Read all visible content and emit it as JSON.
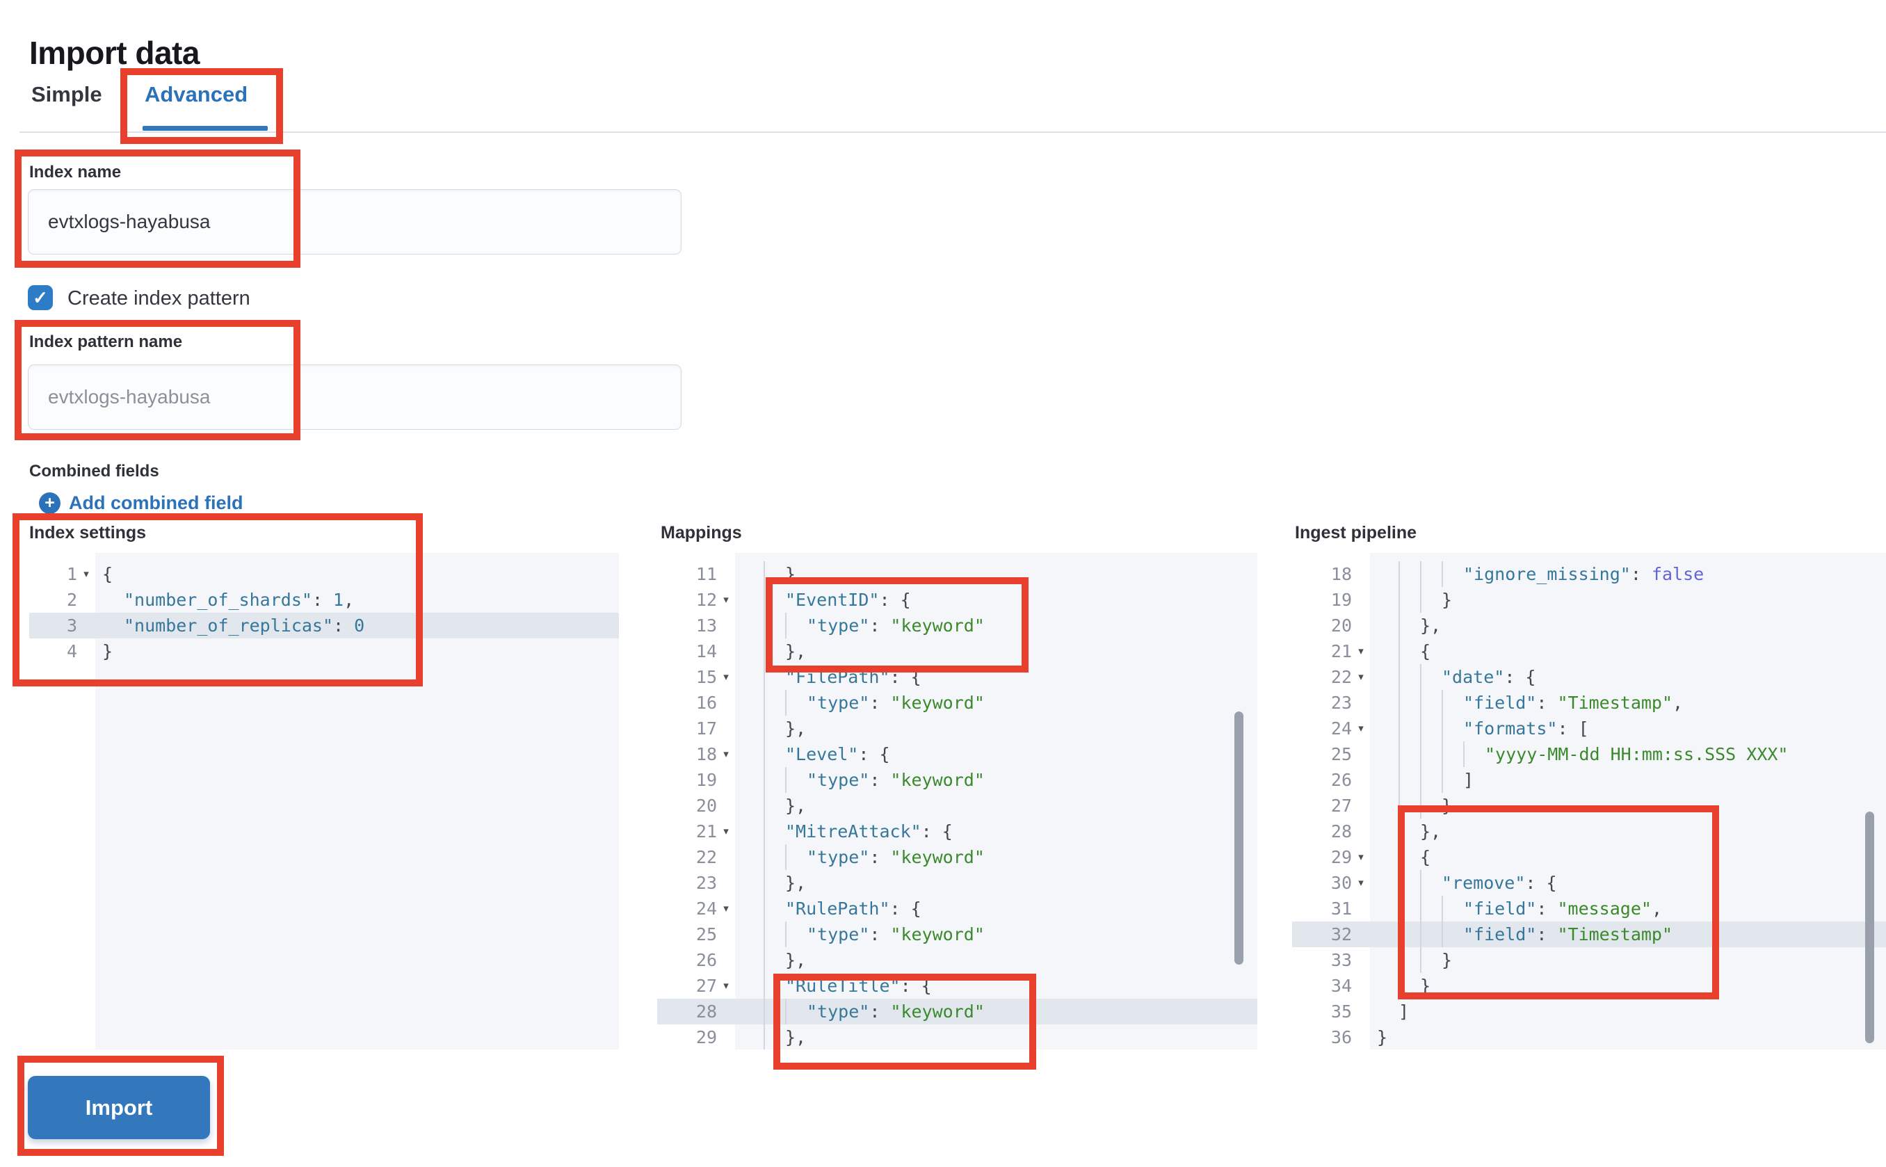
{
  "page": {
    "title": "Import data"
  },
  "tabs": [
    {
      "label": "Simple",
      "active": false
    },
    {
      "label": "Advanced",
      "active": true
    }
  ],
  "form": {
    "index_name": {
      "label": "Index name",
      "value": "evtxlogs-hayabusa"
    },
    "create_index_pattern": {
      "label": "Create index pattern",
      "checked": true
    },
    "index_pattern_name": {
      "label": "Index pattern name",
      "value": "",
      "placeholder": "evtxlogs-hayabusa"
    },
    "combined_fields": {
      "label": "Combined fields",
      "add_link": "Add combined field"
    }
  },
  "icons": {
    "plus": "+",
    "check": "✓",
    "fold": "▾"
  },
  "colors": {
    "accent_blue": "#2b72ba",
    "button_blue": "#3377bd",
    "checkbox_blue": "#2f7cc6",
    "annotation_red": "#e8402c",
    "key_teal": "#36779a",
    "string_green": "#3a8a2d",
    "constant_purple": "#6064d8",
    "highlight_row": "#e2e6ed"
  },
  "import_button": {
    "label": "Import"
  },
  "editors": [
    {
      "id": "index-settings",
      "label": "Index settings",
      "lines": [
        {
          "n": 1,
          "fold": true,
          "ind": 0,
          "tok": [
            [
              "p",
              "{"
            ]
          ]
        },
        {
          "n": 2,
          "ind": 1,
          "tok": [
            [
              "k",
              "\"number_of_shards\""
            ],
            [
              "p",
              ": "
            ],
            [
              "n",
              "1"
            ],
            [
              "p",
              ","
            ]
          ]
        },
        {
          "n": 3,
          "hl": true,
          "ind": 1,
          "tok": [
            [
              "k",
              "\"number_of_replicas\""
            ],
            [
              "p",
              ": "
            ],
            [
              "n",
              "0"
            ]
          ]
        },
        {
          "n": 4,
          "ind": 0,
          "tok": [
            [
              "p",
              "}"
            ]
          ]
        }
      ]
    },
    {
      "id": "mappings",
      "label": "Mappings",
      "lines": [
        {
          "n": 11,
          "ind": 2,
          "tok": [
            [
              "p",
              "},"
            ]
          ]
        },
        {
          "n": 12,
          "fold": true,
          "ind": 2,
          "tok": [
            [
              "k",
              "\"EventID\""
            ],
            [
              "p",
              ": {"
            ]
          ]
        },
        {
          "n": 13,
          "ind": 3,
          "tok": [
            [
              "k",
              "\"type\""
            ],
            [
              "p",
              ": "
            ],
            [
              "s",
              "\"keyword\""
            ]
          ]
        },
        {
          "n": 14,
          "ind": 2,
          "tok": [
            [
              "p",
              "},"
            ]
          ]
        },
        {
          "n": 15,
          "fold": true,
          "ind": 2,
          "tok": [
            [
              "k",
              "\"FilePath\""
            ],
            [
              "p",
              ": {"
            ]
          ]
        },
        {
          "n": 16,
          "ind": 3,
          "tok": [
            [
              "k",
              "\"type\""
            ],
            [
              "p",
              ": "
            ],
            [
              "s",
              "\"keyword\""
            ]
          ]
        },
        {
          "n": 17,
          "ind": 2,
          "tok": [
            [
              "p",
              "},"
            ]
          ]
        },
        {
          "n": 18,
          "fold": true,
          "ind": 2,
          "tok": [
            [
              "k",
              "\"Level\""
            ],
            [
              "p",
              ": {"
            ]
          ]
        },
        {
          "n": 19,
          "ind": 3,
          "tok": [
            [
              "k",
              "\"type\""
            ],
            [
              "p",
              ": "
            ],
            [
              "s",
              "\"keyword\""
            ]
          ]
        },
        {
          "n": 20,
          "ind": 2,
          "tok": [
            [
              "p",
              "},"
            ]
          ]
        },
        {
          "n": 21,
          "fold": true,
          "ind": 2,
          "tok": [
            [
              "k",
              "\"MitreAttack\""
            ],
            [
              "p",
              ": {"
            ]
          ]
        },
        {
          "n": 22,
          "ind": 3,
          "tok": [
            [
              "k",
              "\"type\""
            ],
            [
              "p",
              ": "
            ],
            [
              "s",
              "\"keyword\""
            ]
          ]
        },
        {
          "n": 23,
          "ind": 2,
          "tok": [
            [
              "p",
              "},"
            ]
          ]
        },
        {
          "n": 24,
          "fold": true,
          "ind": 2,
          "tok": [
            [
              "k",
              "\"RulePath\""
            ],
            [
              "p",
              ": {"
            ]
          ]
        },
        {
          "n": 25,
          "ind": 3,
          "tok": [
            [
              "k",
              "\"type\""
            ],
            [
              "p",
              ": "
            ],
            [
              "s",
              "\"keyword\""
            ]
          ]
        },
        {
          "n": 26,
          "ind": 2,
          "tok": [
            [
              "p",
              "},"
            ]
          ]
        },
        {
          "n": 27,
          "fold": true,
          "ind": 2,
          "tok": [
            [
              "k",
              "\"RuleTitle\""
            ],
            [
              "p",
              ": {"
            ]
          ]
        },
        {
          "n": 28,
          "hl": true,
          "ind": 3,
          "tok": [
            [
              "k",
              "\"type\""
            ],
            [
              "p",
              ": "
            ],
            [
              "s",
              "\"keyword\""
            ]
          ]
        },
        {
          "n": 29,
          "ind": 2,
          "tok": [
            [
              "p",
              "},"
            ]
          ]
        }
      ]
    },
    {
      "id": "ingest-pipeline",
      "label": "Ingest pipeline",
      "lines": [
        {
          "n": 18,
          "ind": 4,
          "tok": [
            [
              "k",
              "\"ignore_missing\""
            ],
            [
              "p",
              ": "
            ],
            [
              "c",
              "false"
            ]
          ]
        },
        {
          "n": 19,
          "ind": 3,
          "tok": [
            [
              "p",
              "}"
            ]
          ]
        },
        {
          "n": 20,
          "ind": 2,
          "tok": [
            [
              "p",
              "},"
            ]
          ]
        },
        {
          "n": 21,
          "fold": true,
          "ind": 2,
          "tok": [
            [
              "p",
              "{"
            ]
          ]
        },
        {
          "n": 22,
          "fold": true,
          "ind": 3,
          "tok": [
            [
              "k",
              "\"date\""
            ],
            [
              "p",
              ": {"
            ]
          ]
        },
        {
          "n": 23,
          "ind": 4,
          "tok": [
            [
              "k",
              "\"field\""
            ],
            [
              "p",
              ": "
            ],
            [
              "s",
              "\"Timestamp\""
            ],
            [
              "p",
              ","
            ]
          ]
        },
        {
          "n": 24,
          "fold": true,
          "ind": 4,
          "tok": [
            [
              "k",
              "\"formats\""
            ],
            [
              "p",
              ": ["
            ]
          ]
        },
        {
          "n": 25,
          "ind": 5,
          "tok": [
            [
              "s",
              "\"yyyy-MM-dd HH:mm:ss.SSS XXX\""
            ]
          ]
        },
        {
          "n": 26,
          "ind": 4,
          "tok": [
            [
              "p",
              "]"
            ]
          ]
        },
        {
          "n": 27,
          "ind": 3,
          "tok": [
            [
              "p",
              "}"
            ]
          ]
        },
        {
          "n": 28,
          "ind": 2,
          "tok": [
            [
              "p",
              "},"
            ]
          ]
        },
        {
          "n": 29,
          "fold": true,
          "ind": 2,
          "tok": [
            [
              "p",
              "{"
            ]
          ]
        },
        {
          "n": 30,
          "fold": true,
          "ind": 3,
          "tok": [
            [
              "k",
              "\"remove\""
            ],
            [
              "p",
              ": {"
            ]
          ]
        },
        {
          "n": 31,
          "ind": 4,
          "tok": [
            [
              "k",
              "\"field\""
            ],
            [
              "p",
              ": "
            ],
            [
              "s",
              "\"message\""
            ],
            [
              "p",
              ","
            ]
          ]
        },
        {
          "n": 32,
          "hl": true,
          "ind": 4,
          "tok": [
            [
              "k",
              "\"field\""
            ],
            [
              "p",
              ": "
            ],
            [
              "s",
              "\"Timestamp\""
            ]
          ]
        },
        {
          "n": 33,
          "ind": 3,
          "tok": [
            [
              "p",
              "}"
            ]
          ]
        },
        {
          "n": 34,
          "ind": 2,
          "tok": [
            [
              "p",
              "}"
            ]
          ]
        },
        {
          "n": 35,
          "ind": 1,
          "tok": [
            [
              "p",
              "]"
            ]
          ]
        },
        {
          "n": 36,
          "ind": 0,
          "tok": [
            [
              "p",
              "}"
            ]
          ]
        }
      ]
    }
  ]
}
